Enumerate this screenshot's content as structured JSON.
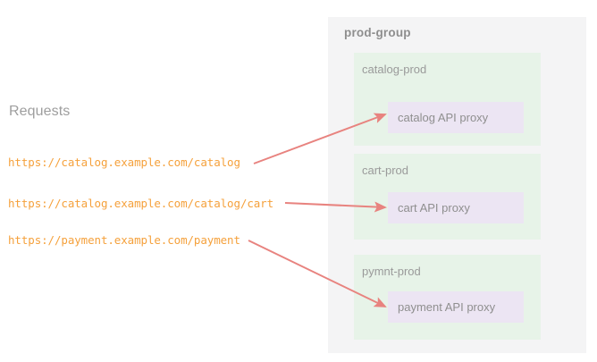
{
  "requests": {
    "heading": "Requests",
    "items": [
      {
        "url": "https://catalog.example.com/catalog"
      },
      {
        "url": "https://catalog.example.com/catalog/cart"
      },
      {
        "url": "https://payment.example.com/payment"
      }
    ],
    "text_color": "#f5a13c"
  },
  "prod_group": {
    "title": "prod-group",
    "background": "#f4f4f5",
    "environments": [
      {
        "name": "catalog-prod",
        "proxy": "catalog API proxy"
      },
      {
        "name": "cart-prod",
        "proxy": "cart API proxy"
      },
      {
        "name": "pymnt-prod",
        "proxy": "payment API proxy"
      }
    ],
    "env_background": "#e7f3e8",
    "proxy_background": "#ece5f3"
  },
  "arrows": {
    "color": "#e8837f",
    "icon": "arrow-right-icon",
    "connections": [
      {
        "from": "request-url-0",
        "to": "catalog API proxy"
      },
      {
        "from": "request-url-1",
        "to": "cart API proxy"
      },
      {
        "from": "request-url-2",
        "to": "payment API proxy"
      }
    ]
  }
}
